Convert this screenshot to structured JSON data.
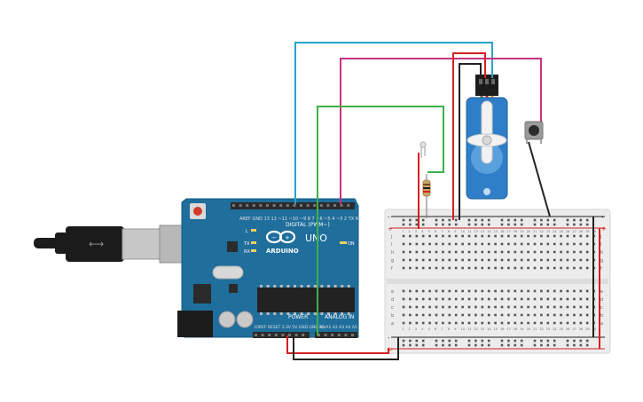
{
  "arduino": {
    "brand": "ARDUINO",
    "model": "UNO",
    "digital_header_label": "DIGITAL (PWM~)",
    "power_label": "POWER",
    "analog_label": "ANALOG IN",
    "on_led_label": "ON",
    "tx_label": "TX",
    "rx_label": "RX",
    "l_label": "L",
    "colors": {
      "board": "#1f6e9c",
      "header": "#2b2b2b",
      "reset": "#d23a2a"
    }
  },
  "breadboard": {
    "columns_top": [
      "1",
      "2",
      "3",
      "4",
      "5",
      "6",
      "7",
      "8",
      "9",
      "10",
      "11",
      "12",
      "13",
      "14",
      "15",
      "16",
      "17",
      "18",
      "19",
      "20",
      "21",
      "22",
      "23",
      "24",
      "25",
      "26",
      "27",
      "28",
      "29",
      "30"
    ],
    "row_letters_top": [
      "j",
      "i",
      "h",
      "g",
      "f"
    ],
    "row_letters_bottom": [
      "e",
      "d",
      "c",
      "b",
      "a"
    ],
    "rail_plus": "+",
    "rail_minus": "-",
    "colors": {
      "body": "#ececec",
      "rail_red": "#d42020",
      "rail_black": "#222222"
    }
  },
  "components": {
    "servo": {
      "color": "#2f7fc8"
    },
    "resistor": {
      "color": "#c9a56a"
    },
    "pushbutton": {
      "color": "#9a9a9a"
    },
    "usb_cable": {
      "color": "#1b1b1b"
    }
  },
  "wires": {
    "blue": "#2aa3c9",
    "magenta": "#c8327e",
    "green": "#3db04a",
    "red": "#d42020",
    "black": "#222222"
  }
}
